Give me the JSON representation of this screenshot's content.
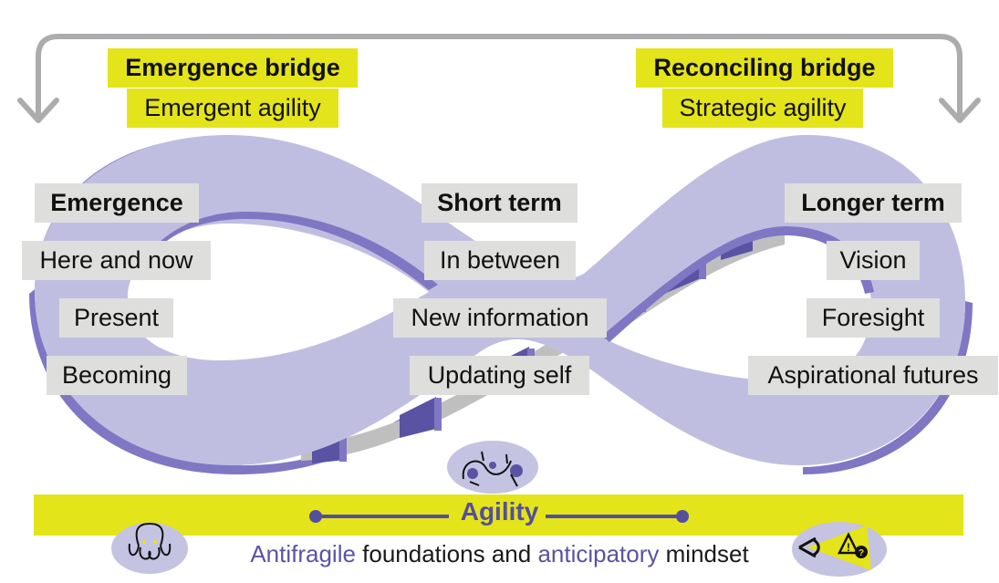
{
  "colors": {
    "band": "#c0bee0",
    "band_edge": "#7f77c4",
    "band_dark": "#5a53a4",
    "support_grey": "#bfbfbf",
    "label_grey": "#dededd",
    "highlight_yellow": "#e4e41a",
    "arrow_grey": "#acacac",
    "icon_bubble": "#c5c3e2"
  },
  "bridges": {
    "left": {
      "title": "Emergence bridge",
      "subtitle": "Emergent agility"
    },
    "right": {
      "title": "Reconciling bridge",
      "subtitle": "Strategic agility"
    }
  },
  "columns": [
    {
      "heading": "Emergence",
      "items": [
        "Here and now",
        "Present",
        "Becoming"
      ]
    },
    {
      "heading": "Short term",
      "items": [
        "In between",
        "New information",
        "Updating self"
      ]
    },
    {
      "heading": "Longer term",
      "items": [
        "Vision",
        "Foresight",
        "Aspirational futures"
      ]
    }
  ],
  "agility": {
    "label": "Agility",
    "icon": "branching-paths-icon"
  },
  "footer": {
    "word1": "Antifragile",
    "mid": " foundations and ",
    "word2": "anticipatory",
    "end": " mindset",
    "left_icon": "octopus-icon",
    "right_icon": "eye-warning-question-icon"
  }
}
